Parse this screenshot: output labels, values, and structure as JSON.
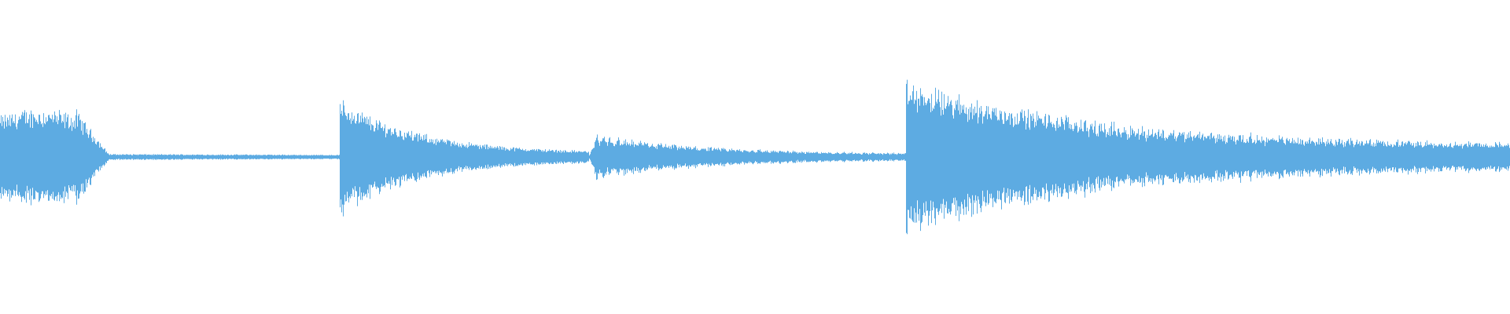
{
  "waveform": {
    "color": "#5dabe2",
    "background": "#ffffff",
    "segments": [
      {
        "name": "segment-1",
        "start": 0.0,
        "end": 0.225,
        "peak": 0.48,
        "sustain": 0.03,
        "shape": "fade-after-attack"
      },
      {
        "name": "segment-2",
        "start": 0.225,
        "end": 0.39,
        "peak": 0.58,
        "sustain": 0.04,
        "shape": "decay"
      },
      {
        "name": "segment-3",
        "start": 0.39,
        "end": 0.6,
        "peak": 0.24,
        "sustain": 0.03,
        "shape": "rounded-decay"
      },
      {
        "name": "segment-4",
        "start": 0.6,
        "end": 1.0,
        "peak": 0.75,
        "sustain": 0.12,
        "shape": "long-decay"
      }
    ]
  }
}
